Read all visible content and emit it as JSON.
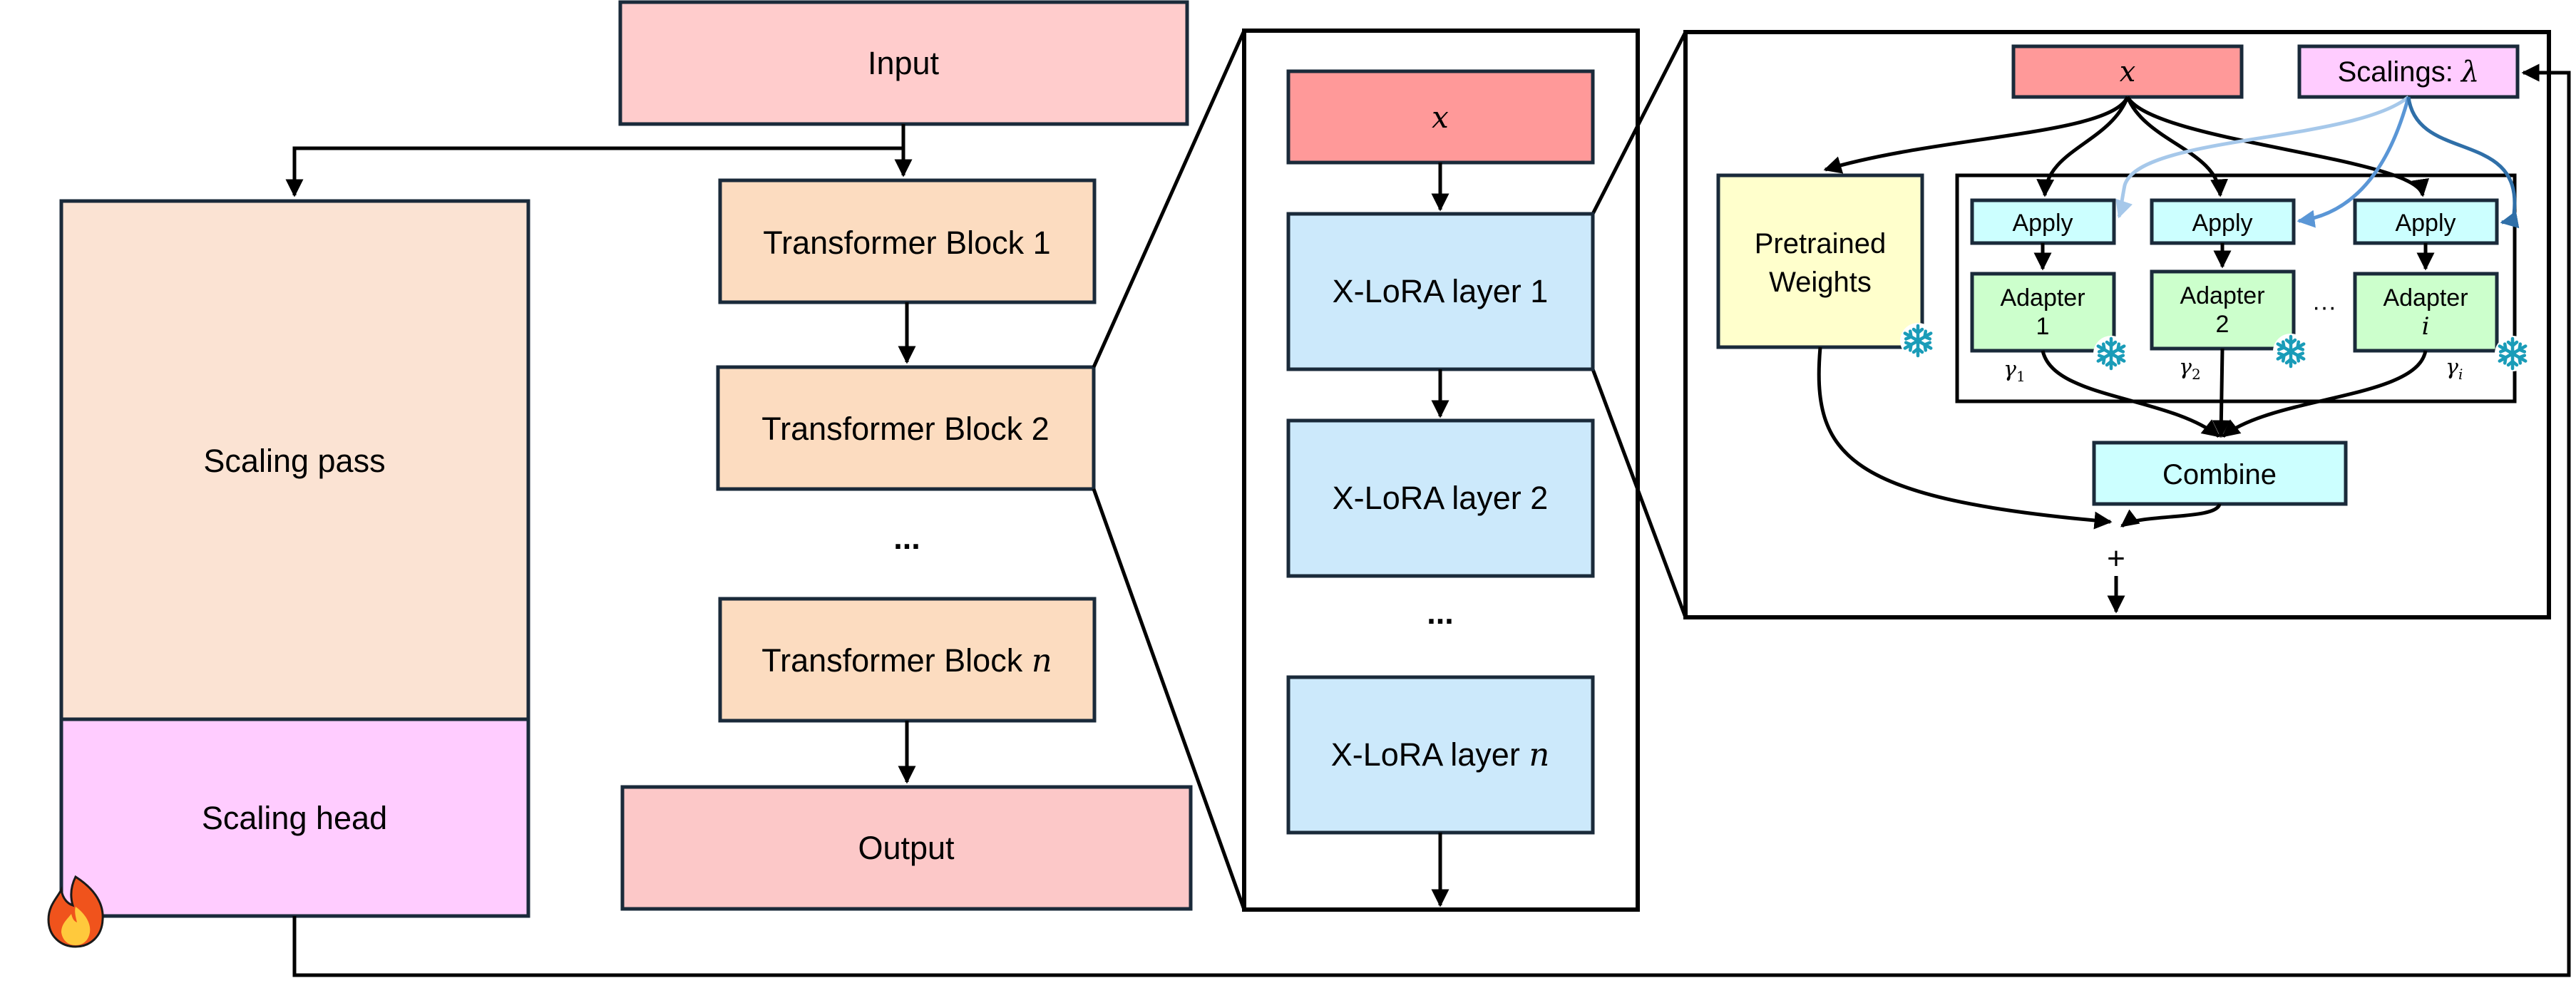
{
  "left_panel": {
    "input_label": "Input",
    "scaling_pass_label": "Scaling pass",
    "scaling_head_label": "Scaling head",
    "output_label": "Output",
    "blocks": [
      {
        "prefix": "Transformer Block 1",
        "var": ""
      },
      {
        "prefix": "Transformer Block 2",
        "var": ""
      },
      {
        "prefix": "Transformer Block ",
        "var": "n"
      }
    ],
    "block_ellipsis": "...",
    "trainable_icon": "fire-icon"
  },
  "middle_panel": {
    "x_label": "x",
    "layers": [
      {
        "prefix": "X-LoRA layer 1",
        "var": ""
      },
      {
        "prefix": "X-LoRA layer 2",
        "var": ""
      },
      {
        "prefix": "X-LoRA layer ",
        "var": "n"
      }
    ],
    "layer_ellipsis": "..."
  },
  "right_panel": {
    "x_label": "x",
    "scalings_prefix": "Scalings: ",
    "scalings_var": "λ",
    "pretrained_line1": "Pretrained",
    "pretrained_line2": "Weights",
    "apply_label": "Apply",
    "adapters": [
      {
        "name": "Adapter",
        "index": "1",
        "index_italic": false,
        "gamma": "γ",
        "gamma_sub": "1"
      },
      {
        "name": "Adapter",
        "index": "2",
        "index_italic": false,
        "gamma": "γ",
        "gamma_sub": "2"
      },
      {
        "name": "Adapter",
        "index": "i",
        "index_italic": true,
        "gamma": "γ",
        "gamma_sub": "i"
      }
    ],
    "adapter_ellipsis": "···",
    "combine_label": "Combine",
    "plus_label": "+",
    "frozen_icon": "snowflake-icon"
  },
  "colors": {
    "input_fill": "#ffcccc",
    "block_fill": "#fcdcc0",
    "scaling_pass_fill": "#fbe3d3",
    "scaling_head_fill": "#ffccff",
    "x_fill": "#ff9999",
    "xlora_fill": "#cce9fb",
    "pretrained_fill": "#ffffcc",
    "apply_fill": "#ccffff",
    "adapter_fill": "#ccffcc",
    "combine_fill": "#ccffff",
    "scalings_fill": "#ffccff",
    "stroke": "#000000",
    "box_stroke": "#1a2a3a",
    "arrow_light_blue": "#a6c8ea",
    "arrow_mid_blue": "#5a96d6",
    "arrow_dark_blue": "#2f6fa8",
    "snowflake": "#1a9cb8"
  }
}
